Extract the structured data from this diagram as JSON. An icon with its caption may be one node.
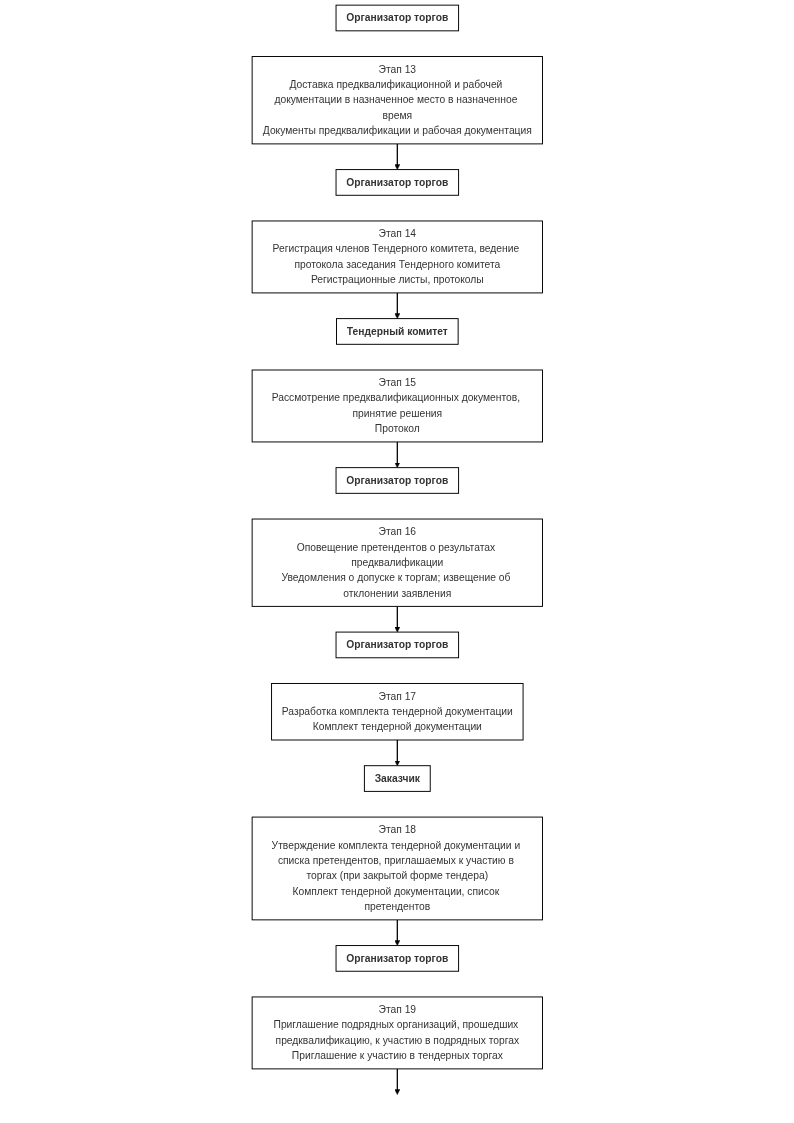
{
  "diagram": {
    "nodes": [
      {
        "text": [
          "Организатор торгов"
        ]
      },
      {
        "text": [
          "Этап 13",
          "Доставка предквалификационной и рабочей документации в назначенное место в назначенное время",
          "Документы предквалификации и рабочая документация"
        ]
      },
      {
        "text": [
          "Организатор торгов"
        ]
      },
      {
        "text": [
          "Этап 14",
          "Регистрация членов Тендерного комитета, ведение протокола заседания Тендерного комитета",
          "Регистрационные листы, протоколы"
        ]
      },
      {
        "text": [
          "Тендерный комитет"
        ]
      },
      {
        "text": [
          "Этап 15",
          "Рассмотрение предквалификационных документов, принятие решения",
          "Протокол"
        ]
      },
      {
        "text": [
          "Организатор торгов"
        ]
      },
      {
        "text": [
          "Этап 16",
          "Оповещение претендентов о результатах предквалификации",
          "Уведомления о допуске к торгам; извещение об отклонении заявления"
        ]
      },
      {
        "text": [
          "Организатор торгов"
        ]
      },
      {
        "text": [
          "Этап 17",
          "Разработка комплекта тендерной документации",
          "Комплект тендерной документации"
        ]
      },
      {
        "text": [
          "Заказчик"
        ]
      },
      {
        "text": [
          "Этап 18",
          "Утверждение комплекта тендерной документации и списка претендентов, приглашаемых к участию в торгах (при закрытой форме тендера)",
          "Комплект тендерной документации, список претендентов"
        ]
      },
      {
        "text": [
          "Организатор торгов"
        ]
      },
      {
        "text": [
          "Этап 19",
          "Приглашение подрядных организаций, прошедших предквалификацию, к участию в подрядных торгах",
          "Приглашение к участию в тендерных торгах"
        ]
      }
    ],
    "edges": [
      {
        "from": 1,
        "to": 2,
        "arrow": "to"
      },
      {
        "from": 3,
        "to": 4,
        "arrow": "to"
      },
      {
        "from": 5,
        "to": 6,
        "arrow": "to"
      },
      {
        "from": 7,
        "to": 8,
        "arrow": "to"
      },
      {
        "from": 9,
        "to": 10,
        "arrow": "to"
      },
      {
        "from": 11,
        "to": 12,
        "arrow": "to"
      },
      {
        "from": 13,
        "to": null,
        "arrow": "to"
      }
    ]
  }
}
